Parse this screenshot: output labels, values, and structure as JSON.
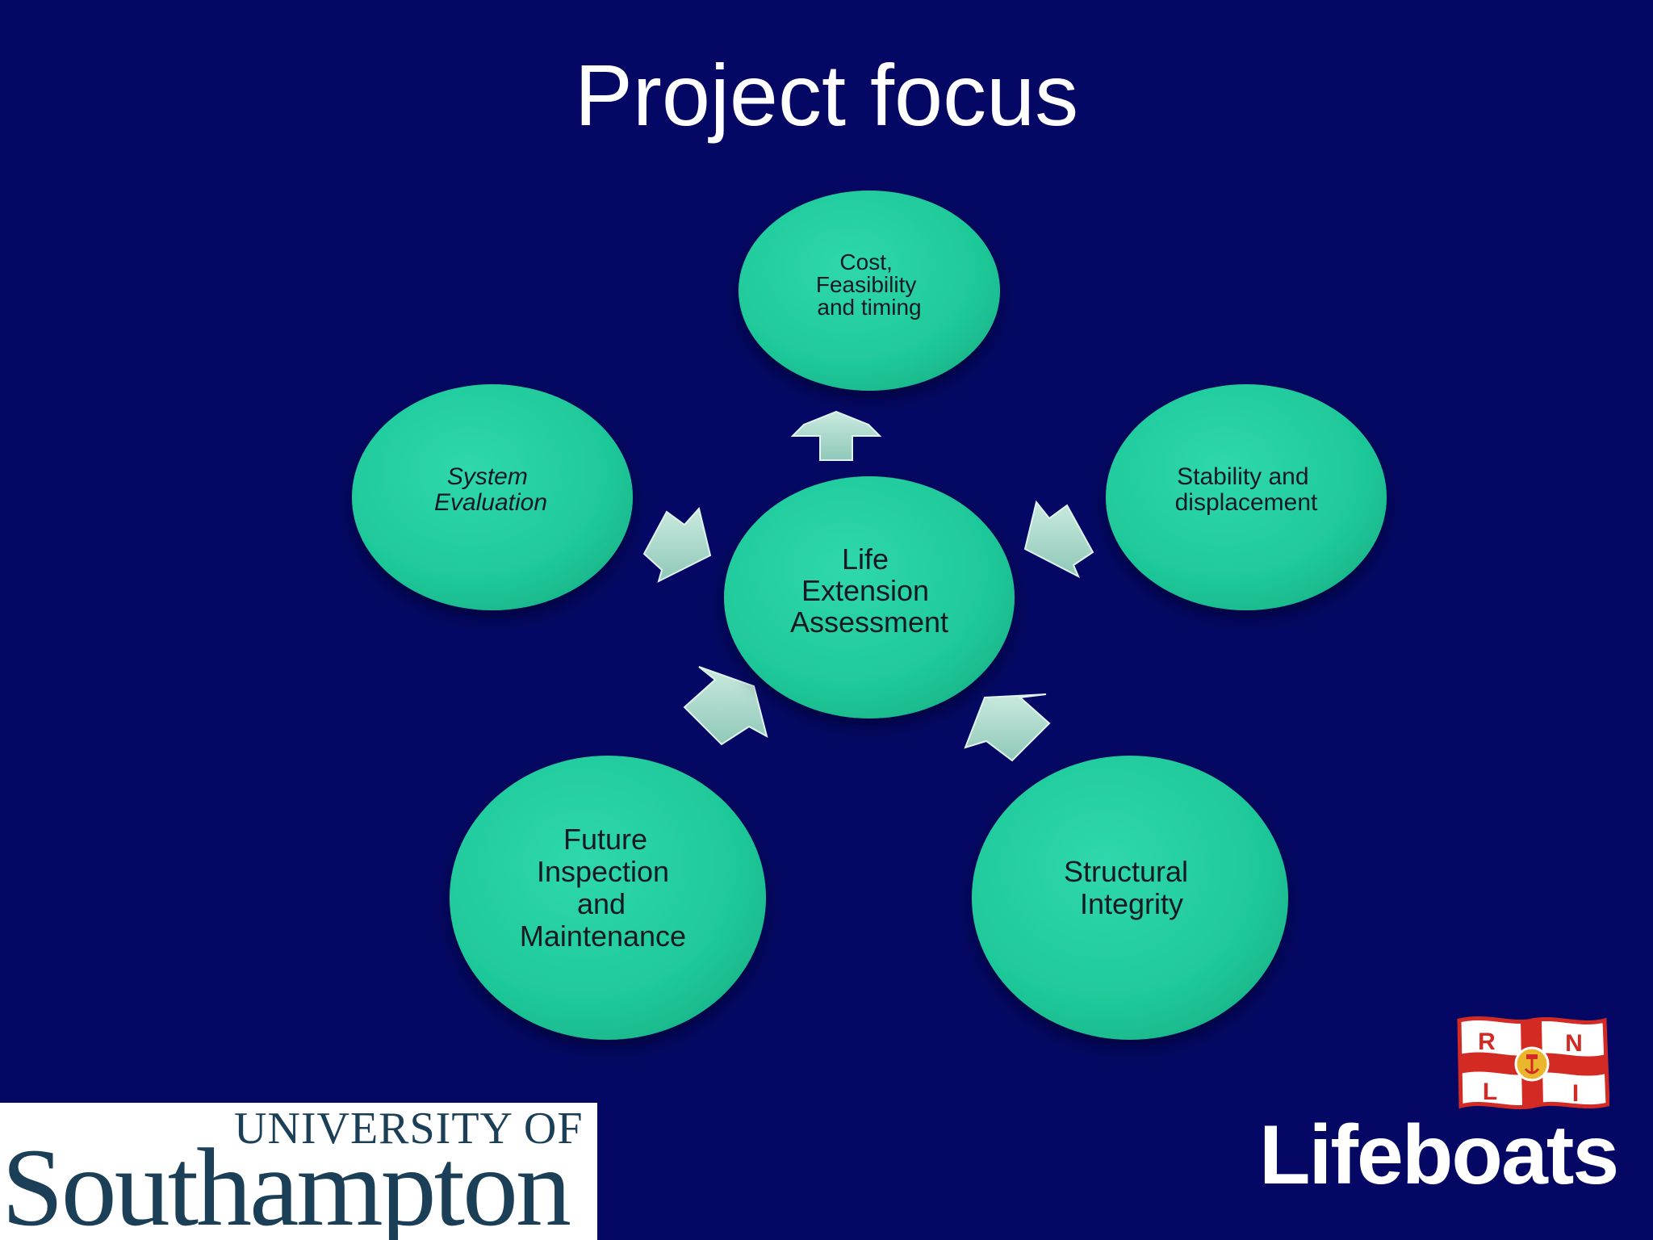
{
  "slide": {
    "title": "Project focus"
  },
  "diagram": {
    "center": {
      "lines": [
        "Life",
        "Extension",
        "Assessment"
      ]
    },
    "nodes": [
      {
        "id": "cost",
        "lines": [
          "Cost,",
          "Feasibility",
          "and timing"
        ]
      },
      {
        "id": "stability",
        "lines": [
          "Stability and",
          "displacement"
        ]
      },
      {
        "id": "structural",
        "lines": [
          "Structural",
          "Integrity"
        ]
      },
      {
        "id": "future",
        "lines": [
          "Future",
          "Inspection",
          "and",
          "Maintenance"
        ]
      },
      {
        "id": "system",
        "lines": [
          "System",
          "Evaluation"
        ]
      }
    ]
  },
  "logos": {
    "university_top": "UNIVERSITY OF",
    "university_main": "Southampton",
    "rnli_letters": [
      "R",
      "N",
      "L",
      "I"
    ],
    "rnli_word": "Lifeboats"
  },
  "colors": {
    "background": "#040864",
    "circle": "#1dcb9a",
    "arrow": "#a9d9cc",
    "title": "#ffffff",
    "flag_red": "#d32a23",
    "flag_gold": "#e9b62c"
  }
}
